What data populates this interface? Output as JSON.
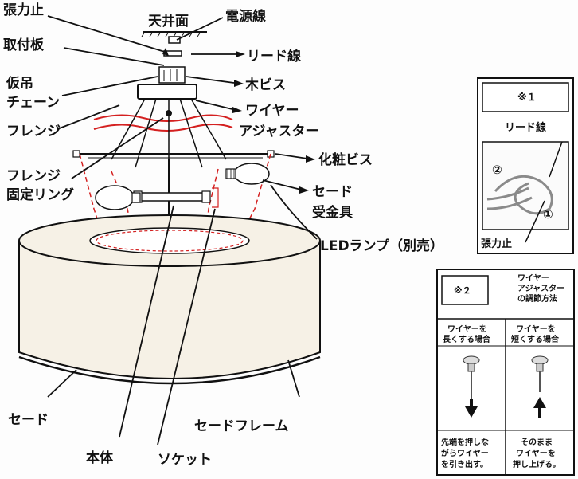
{
  "labels": {
    "tension_stop": "張力止",
    "ceiling": "天井面",
    "power_cord": "電源線",
    "mounting_plate": "取付板",
    "lead_wire": "リード線",
    "temp_chain_1": "仮吊",
    "temp_chain_2": "チェーン",
    "wood_screw": "木ビス",
    "wire_adjuster_1": "ワイヤー",
    "wire_adjuster_2": "アジャスター",
    "flange": "フレンジ",
    "decorative_screw": "化粧ビス",
    "flange_ring_1": "フレンジ",
    "flange_ring_2": "固定リング",
    "shade_bracket_1": "セード",
    "shade_bracket_2": "受金具",
    "led_lamp": "LEDランプ（別売）",
    "shade": "セード",
    "shade_frame": "セードフレーム",
    "body": "本体",
    "socket": "ソケット"
  },
  "note1": {
    "title": "※１",
    "lead_wire": "リード線",
    "tension_stop": "張力止",
    "step1": "①",
    "step2": "②"
  },
  "note2": {
    "title": "※２",
    "heading": [
      "ワイヤー",
      "アジャスター",
      "の調節方法"
    ],
    "col_long_title": [
      "ワイヤーを",
      "長くする場合"
    ],
    "col_short_title": [
      "ワイヤーを",
      "短くする場合"
    ],
    "col_long_desc": [
      "先端を押しな",
      "がらワイヤー",
      "を引き出す。"
    ],
    "col_short_desc": [
      "そのまま",
      "ワイヤーを",
      "押し上げる。"
    ]
  },
  "colors": {
    "line": "#111111",
    "leader_red": "#d42020",
    "shade_fill": "#f6f1e6"
  }
}
